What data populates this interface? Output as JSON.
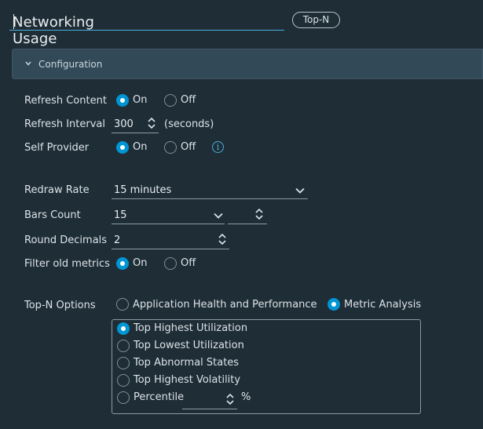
{
  "header": {
    "title": "Networking Usage",
    "type_badge": "Top-N"
  },
  "config": {
    "section_label": "Configuration"
  },
  "form": {
    "refresh_content": {
      "label": "Refresh Content",
      "on": "On",
      "off": "Off"
    },
    "refresh_interval": {
      "label": "Refresh Interval",
      "value": "300",
      "unit": "(seconds)"
    },
    "self_provider": {
      "label": "Self Provider",
      "on": "On",
      "off": "Off",
      "info": "i"
    },
    "redraw_rate": {
      "label": "Redraw Rate",
      "value": "15 minutes"
    },
    "bars_count": {
      "label": "Bars Count",
      "value": "15"
    },
    "round_decimals": {
      "label": "Round Decimals",
      "value": "2"
    },
    "filter_old_metrics": {
      "label": "Filter old metrics",
      "on": "On",
      "off": "Off"
    },
    "topn_options": {
      "label": "Top-N Options",
      "mode_a": "Application Health and Performance",
      "mode_b": "Metric Analysis",
      "choices": [
        "Top Highest Utilization",
        "Top Lowest Utilization",
        "Top Abnormal States",
        "Top Highest Volatility",
        "Percentile"
      ],
      "percent_unit": "%"
    }
  },
  "colors": {
    "accent": "#0095d3",
    "background": "#1f2d36",
    "header_bar": "#324a58"
  }
}
